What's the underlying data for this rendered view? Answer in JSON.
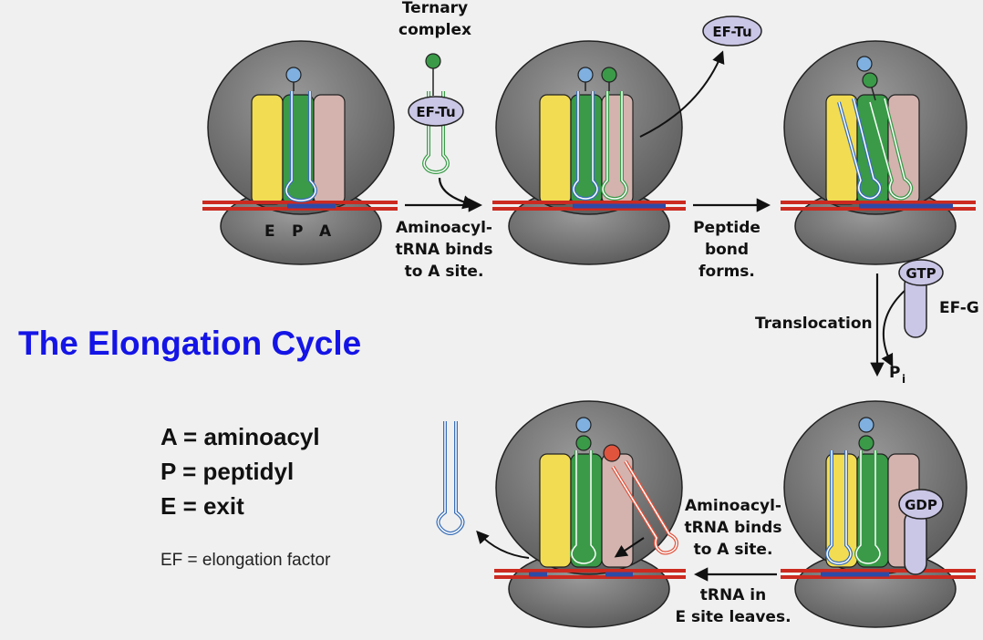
{
  "title": "The Elongation Cycle",
  "legend": {
    "a": "A = aminoacyl",
    "p": "P = peptidyl",
    "e": "E = exit",
    "ef": "EF = elongation factor"
  },
  "site_labels": {
    "e": "E",
    "p": "P",
    "a": "A"
  },
  "ternary_complex": {
    "line1": "Ternary",
    "line2": "complex"
  },
  "factors": {
    "ef_tu": "EF-Tu",
    "ef_g": "EF-G",
    "gtp": "GTP",
    "gdp": "GDP"
  },
  "steps": {
    "binding": [
      "Aminoacyl-",
      "tRNA binds",
      "to A site."
    ],
    "peptide_bond": [
      "Peptide",
      "bond",
      "forms."
    ],
    "translocation": "Translocation",
    "phosphate_main": "P",
    "phosphate_sub": "i",
    "binding_again": [
      "Aminoacyl-",
      "tRNA binds",
      "to A site."
    ],
    "exit": [
      "tRNA in",
      "E site leaves."
    ]
  },
  "colors": {
    "ribosome": "#7a7a7a",
    "e_site": "#f2dc52",
    "p_site": "#3a9a48",
    "a_site": "#d4b3ae",
    "trna_blue": "#3a6fb8",
    "trna_green": "#3a9a48",
    "trna_red": "#e0543e",
    "mrna_red": "#cc2a20",
    "mrna_blue": "#2c4aa8",
    "factor": "#cac6e6",
    "title_blue": "#1414e6"
  }
}
